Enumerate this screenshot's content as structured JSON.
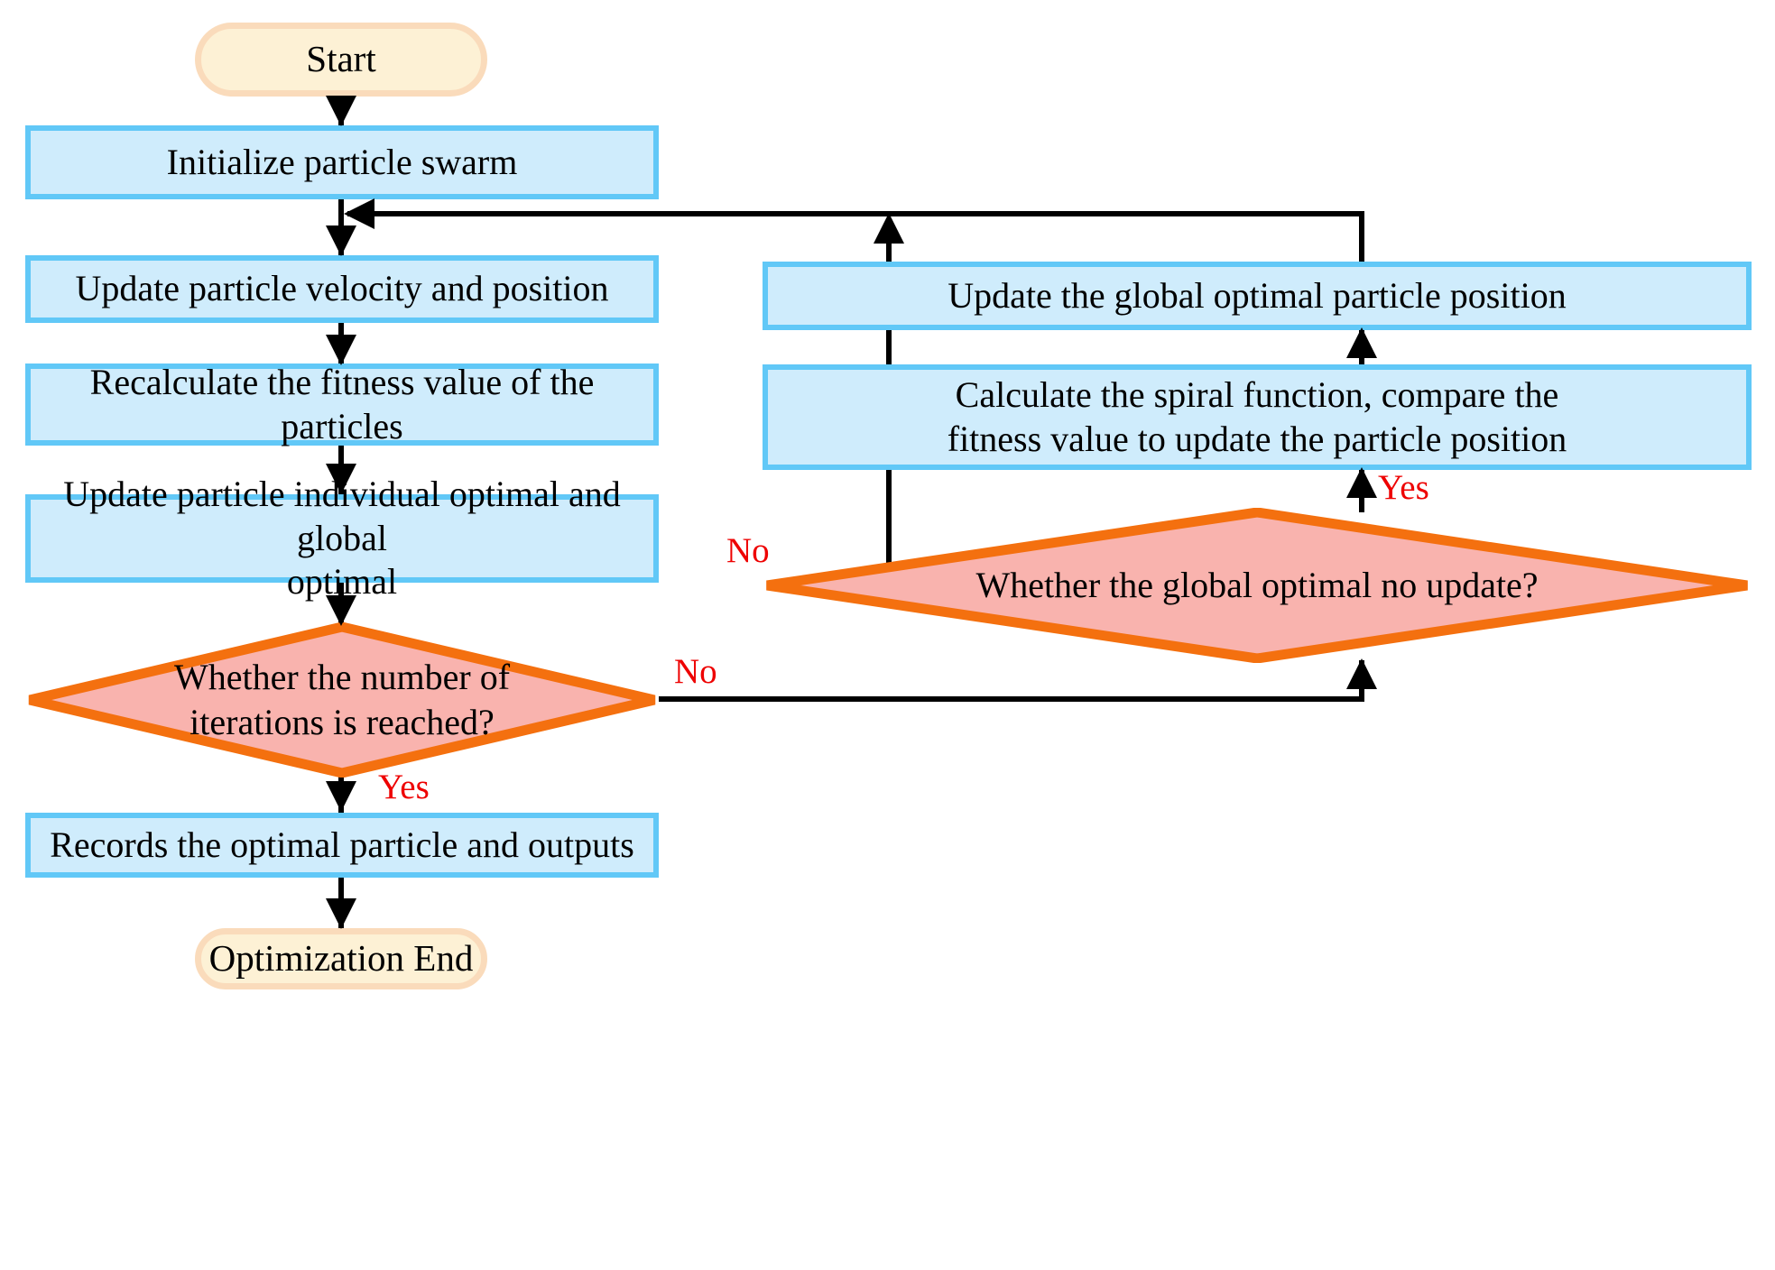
{
  "diagram": {
    "title": "Particle swarm optimization flowchart",
    "colors": {
      "process_fill": "#cfecfc",
      "process_border": "#61c8f7",
      "terminal_fill": "#fdf1d5",
      "terminal_border": "#fadbbb",
      "decision_fill": "#f9b3ae",
      "decision_border": "#f4700f",
      "edge": "#000000",
      "edge_label": "#ee0000"
    },
    "nodes": {
      "start": {
        "label": "Start",
        "shape": "terminal"
      },
      "init": {
        "label": "Initialize particle swarm",
        "shape": "process"
      },
      "update_vel": {
        "label": "Update particle velocity and position",
        "shape": "process"
      },
      "recalc": {
        "label": "Recalculate the fitness value of the particles",
        "shape": "process"
      },
      "update_opt_l1": {
        "label": "Update particle individual optimal and global",
        "shape": "process"
      },
      "update_opt_l2": {
        "label": "optimal"
      },
      "decision_iter_l1": {
        "label": "Whether the number of",
        "shape": "decision"
      },
      "decision_iter_l2": {
        "label": "iterations is reached?"
      },
      "records": {
        "label": "Records the optimal particle and outputs",
        "shape": "process"
      },
      "end": {
        "label": "Optimization End",
        "shape": "terminal"
      },
      "update_global": {
        "label": "Update the global optimal particle position",
        "shape": "process"
      },
      "spiral_l1": {
        "label": "Calculate the spiral function, compare the",
        "shape": "process"
      },
      "spiral_l2": {
        "label": "fitness value to update the particle position"
      },
      "decision_global": {
        "label": "Whether the global optimal no update?",
        "shape": "decision"
      }
    },
    "edge_labels": {
      "iter_no": "No",
      "iter_yes": "Yes",
      "global_no": "No",
      "global_yes": "Yes"
    }
  }
}
